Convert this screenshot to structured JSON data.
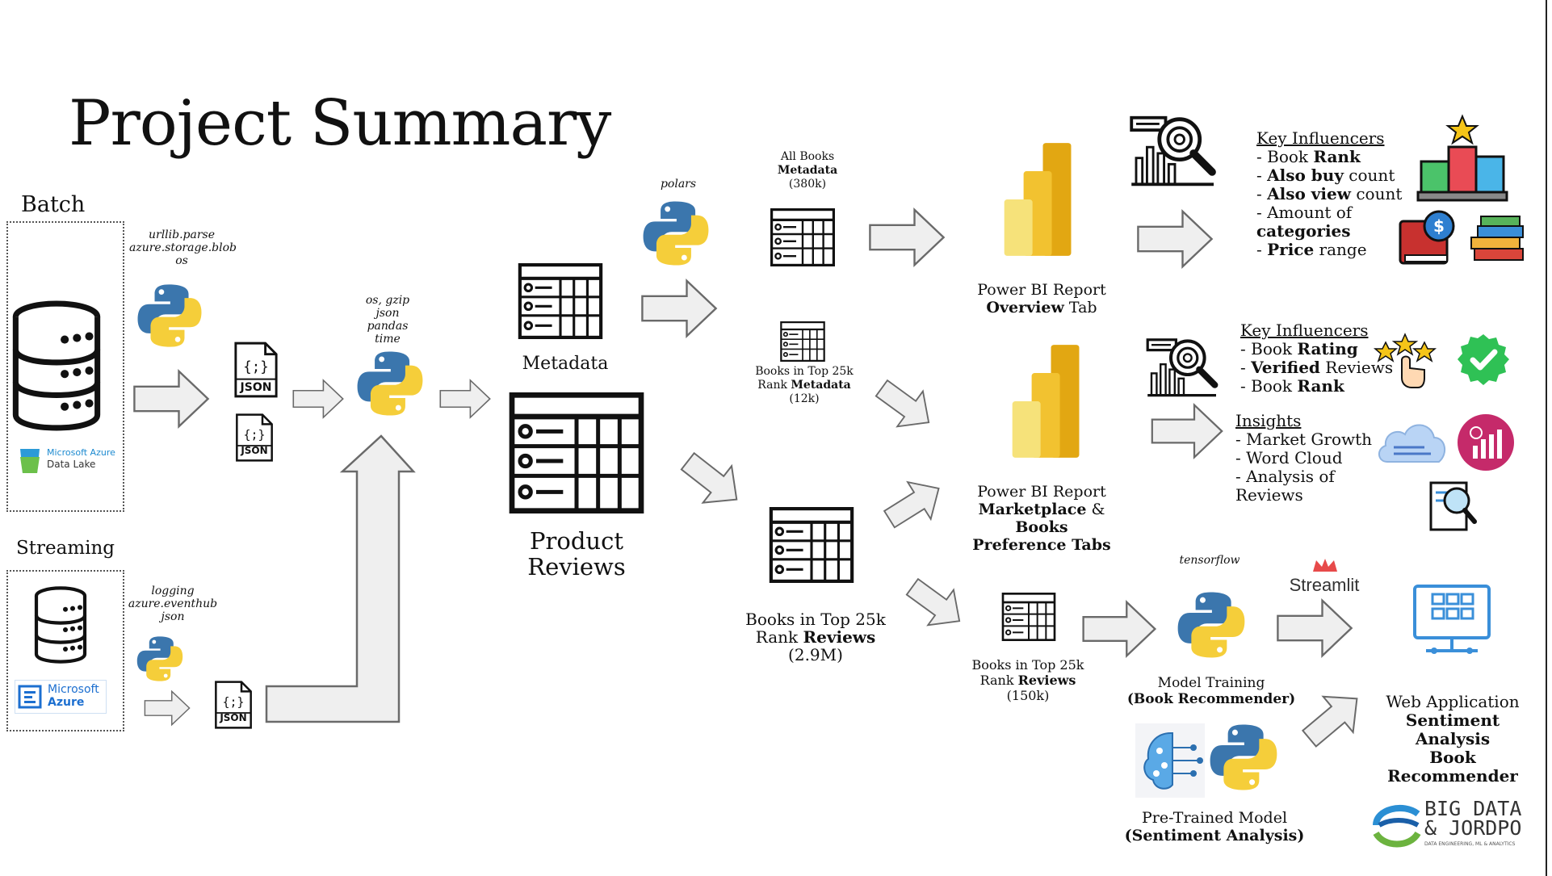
{
  "title": "Project Summary",
  "batch": {
    "label": "Batch",
    "azure_line1": "Microsoft Azure",
    "azure_line2": "Data Lake",
    "libs": [
      "urllib.parse",
      "azure.storage.blob",
      "os"
    ],
    "file_label_1": "JSON",
    "file_label_2": "JSON"
  },
  "streaming": {
    "label": "Streaming",
    "azure_line1": "Microsoft",
    "azure_line2": "Azure",
    "libs": [
      "logging",
      "azure.eventhub",
      "json"
    ],
    "file_label": "JSON"
  },
  "processing": {
    "libs": [
      "os, gzip",
      "json",
      "pandas",
      "time"
    ]
  },
  "stores": {
    "metadata_label": "Metadata",
    "reviews_line1": "Product",
    "reviews_line2": "Reviews"
  },
  "polars": "polars",
  "all_books": {
    "line1": "All Books",
    "line2": "Metadata",
    "line3": "(380k)"
  },
  "top25k_meta": {
    "line1": "Books in Top 25k",
    "line2a": "Rank ",
    "line2b": "Metadata",
    "line3": "(12k)"
  },
  "top25k_reviews": {
    "line1": "Books in Top 25k",
    "line2a": "Rank ",
    "line2b": "Reviews",
    "line3": "(2.9M)"
  },
  "top25k_reviews_small": {
    "line1": "Books in Top 25k",
    "line2a": "Rank ",
    "line2b": "Reviews",
    "line3": "(150k)"
  },
  "powerbi_overview": {
    "line1": "Power BI Report",
    "line2a": "Overview",
    "line2b": " Tab"
  },
  "powerbi_market": {
    "line1": "Power BI Report",
    "line2a": "Marketplace",
    "line2b": " & ",
    "line2c": "Books",
    "line3": "Preference Tabs"
  },
  "key_influencers_1": {
    "heading": "Key Influencers",
    "items": [
      {
        "pre": "- Book ",
        "bold": "Rank",
        "post": ""
      },
      {
        "pre": "- ",
        "bold": "Also buy",
        "post": " count"
      },
      {
        "pre": "- ",
        "bold": "Also view",
        "post": " count"
      },
      {
        "pre": "- Amount of",
        "bold": "",
        "post": ""
      },
      {
        "pre": "",
        "bold": "categories",
        "post": ""
      },
      {
        "pre": "- ",
        "bold": "Price",
        "post": " range"
      }
    ]
  },
  "key_influencers_2": {
    "heading": "Key Influencers",
    "items": [
      {
        "pre": "- Book ",
        "bold": "Rating",
        "post": ""
      },
      {
        "pre": "- ",
        "bold": "Verified",
        "post": " Reviews"
      },
      {
        "pre": "- Book ",
        "bold": "Rank",
        "post": ""
      }
    ]
  },
  "insights": {
    "heading": "Insights",
    "items": [
      "- Market Growth",
      "- Word Cloud",
      "- Analysis of",
      "Reviews"
    ]
  },
  "tensorflow": "tensorflow",
  "streamlit": "Streamlit",
  "model_training": {
    "line1": "Model Training",
    "line2": "(Book Recommender)"
  },
  "pretrained": {
    "line1": "Pre-Trained Model",
    "line2": "(Sentiment Analysis)"
  },
  "webapp": {
    "line1": "Web Application",
    "line2": "Sentiment Analysis",
    "line3": "Book Recommender"
  },
  "logo": {
    "line1": "BIG DATA",
    "line2": "& JORDPO",
    "tagline": "DATA ENGINEERING, ML & ANALYTICS"
  },
  "colors": {
    "python_blue": "#3b76ad",
    "python_yellow": "#f5ce3a",
    "powerbi_light": "#f6e27a",
    "powerbi_dark": "#e2a712",
    "arrow_fill": "#efefef",
    "arrow_stroke": "#6a6a6a"
  }
}
